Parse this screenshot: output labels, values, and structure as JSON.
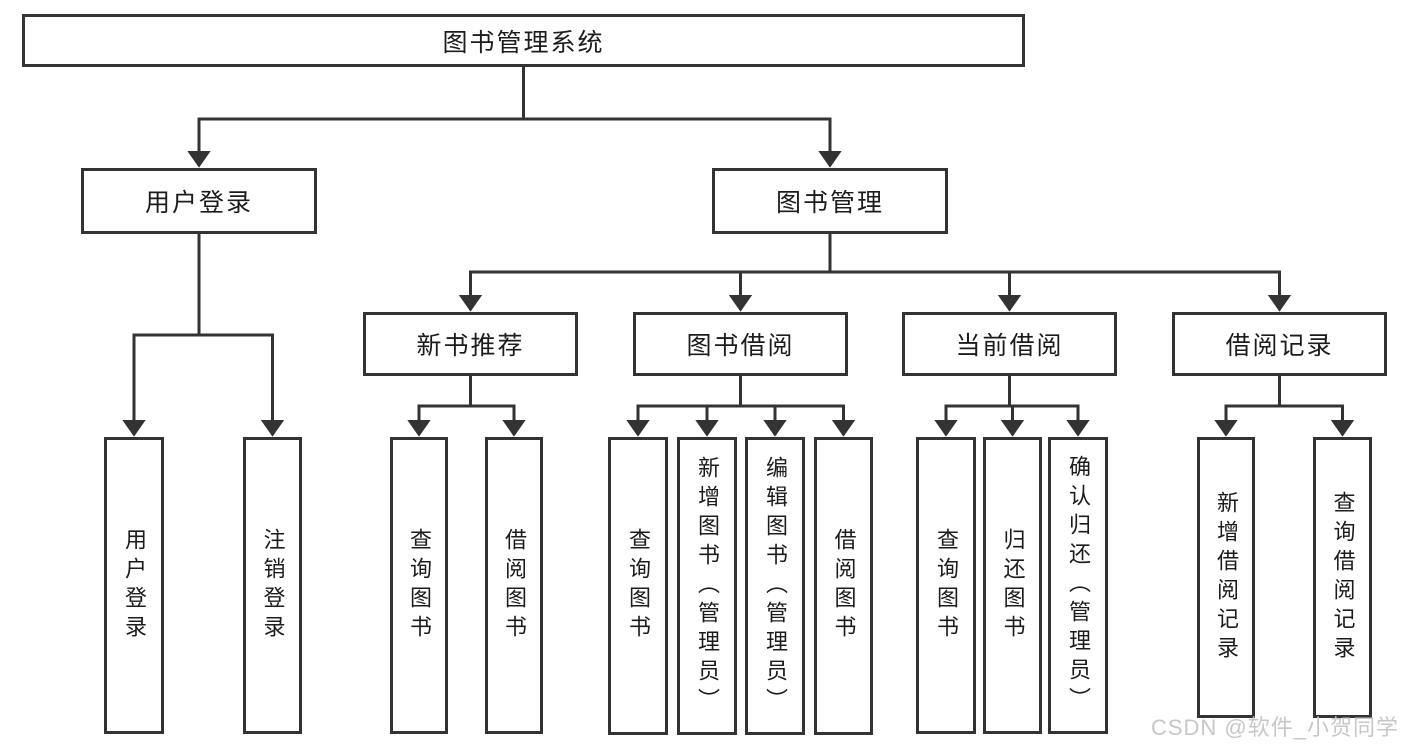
{
  "diagram": {
    "tree": {
      "id": "root",
      "label": "图书管理系统",
      "children": [
        {
          "id": "user-login",
          "label": "用户登录",
          "children": [
            {
              "id": "login",
              "label": "用户登录"
            },
            {
              "id": "logout",
              "label": "注销登录"
            }
          ]
        },
        {
          "id": "book-mgmt",
          "label": "图书管理",
          "children": [
            {
              "id": "new-book-rec",
              "label": "新书推荐",
              "children": [
                {
                  "id": "nbr-query",
                  "label": "查询图书"
                },
                {
                  "id": "nbr-borrow",
                  "label": "借阅图书"
                }
              ]
            },
            {
              "id": "book-borrow",
              "label": "图书借阅",
              "children": [
                {
                  "id": "bb-query",
                  "label": "查询图书"
                },
                {
                  "id": "bb-add",
                  "label": "新增图书（管理员）"
                },
                {
                  "id": "bb-edit",
                  "label": "编辑图书（管理员）"
                },
                {
                  "id": "bb-borrow",
                  "label": "借阅图书"
                }
              ]
            },
            {
              "id": "current-borrow",
              "label": "当前借阅",
              "children": [
                {
                  "id": "cb-query",
                  "label": "查询图书"
                },
                {
                  "id": "cb-return",
                  "label": "归还图书"
                },
                {
                  "id": "cb-confirm",
                  "label": "确认归还（管理员）"
                }
              ]
            },
            {
              "id": "borrow-records",
              "label": "借阅记录",
              "children": [
                {
                  "id": "br-add",
                  "label": "新增借阅记录"
                },
                {
                  "id": "br-query",
                  "label": "查询借阅记录"
                }
              ]
            }
          ]
        }
      ]
    }
  },
  "watermark": {
    "text": "CSDN @软件_小贺同学"
  },
  "colors": {
    "line": "#333333",
    "box_border": "#333333",
    "box_background": "#ffffff",
    "text": "#1c1c1c",
    "watermark": "#c7c7c7"
  }
}
